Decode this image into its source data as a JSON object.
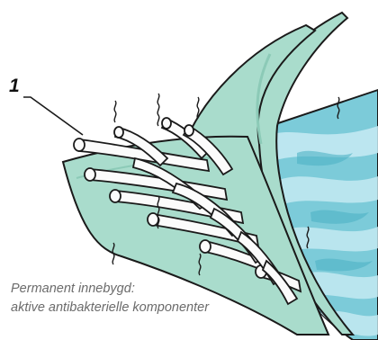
{
  "callout": {
    "number": "1"
  },
  "caption": {
    "line1": "Permanent innebygd:",
    "line2": "aktive antibakterielle komponenter"
  },
  "colors": {
    "mint": "#a9dccc",
    "mint_edge": "#8ccab7",
    "water_light": "#c8ebf3",
    "water_mid": "#7ccbd9",
    "water_dark": "#4fb3c5",
    "fiber": "#fbfbfb",
    "outline": "#1a1a1a",
    "caption_text": "#6b6b6b"
  }
}
